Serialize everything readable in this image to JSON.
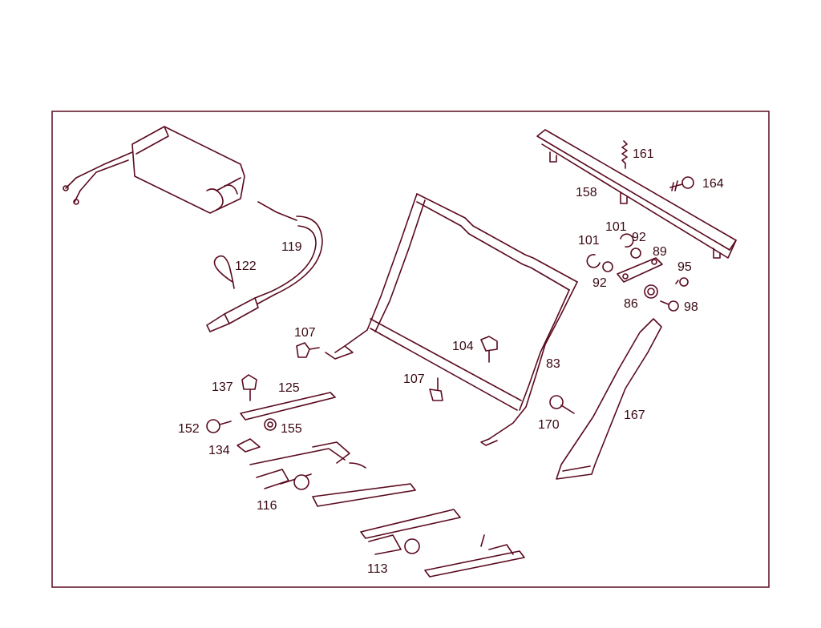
{
  "diagram": {
    "line_color": "#5a0a1e",
    "labels": {
      "p161": "161",
      "p164": "164",
      "p158": "158",
      "p101a": "101",
      "p101b": "101",
      "p92a": "92",
      "p92b": "92",
      "p89": "89",
      "p95": "95",
      "p86": "86",
      "p98": "98",
      "p122": "122",
      "p119": "119",
      "p107a": "107",
      "p107b": "107",
      "p104": "104",
      "p83": "83",
      "p137": "137",
      "p125": "125",
      "p152": "152",
      "p155": "155",
      "p134": "134",
      "p170": "170",
      "p167": "167",
      "p116": "116",
      "p113": "113"
    }
  }
}
